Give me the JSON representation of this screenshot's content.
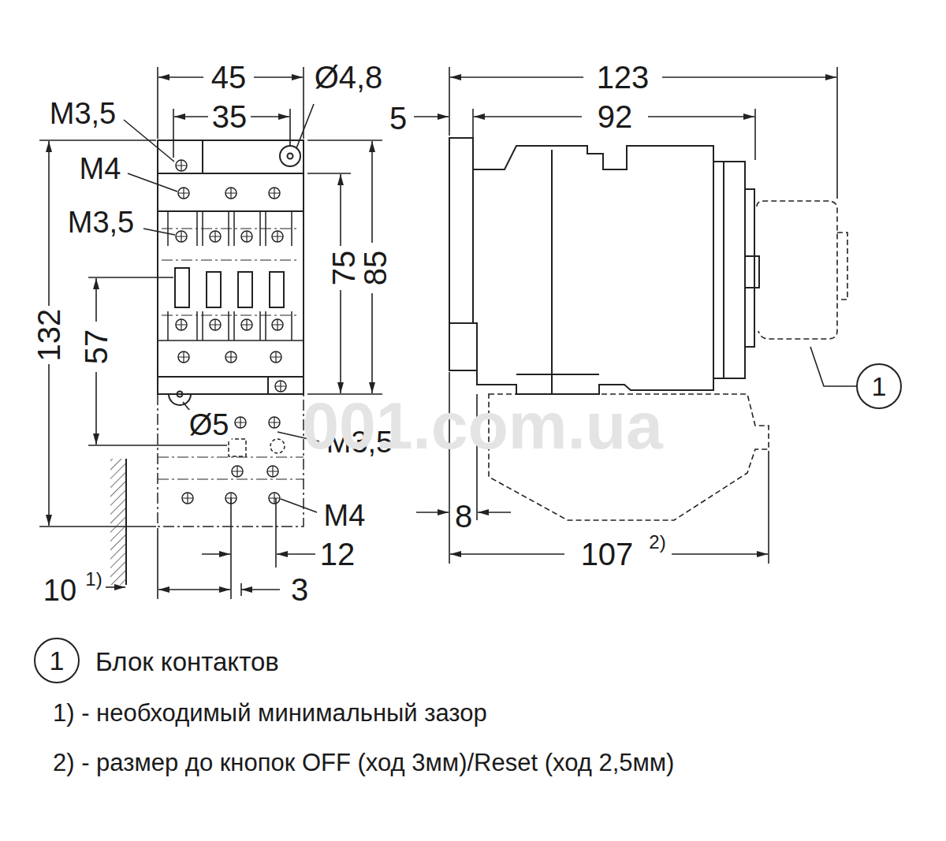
{
  "diagram": {
    "nodes": [
      {
        "text": [
          "1"
        ]
      },
      {
        "text": [
          "1"
        ]
      }
    ],
    "labels": [
      "45",
      "Ø4,8",
      "M3,5",
      "35",
      "M4",
      "M3,5",
      "75",
      "85",
      "132",
      "57",
      "Ø5",
      "M3,5",
      "M4",
      "12",
      "10",
      "1)",
      "3",
      "123",
      "5",
      "92",
      "8",
      "107",
      "2)",
      "Блок контактов",
      "1) - необходимый минимальный зазор",
      "2) - размер до кнопок OFF (ход 3мм)/Reset (ход 2,5мм)",
      "001.com.ua"
    ]
  }
}
